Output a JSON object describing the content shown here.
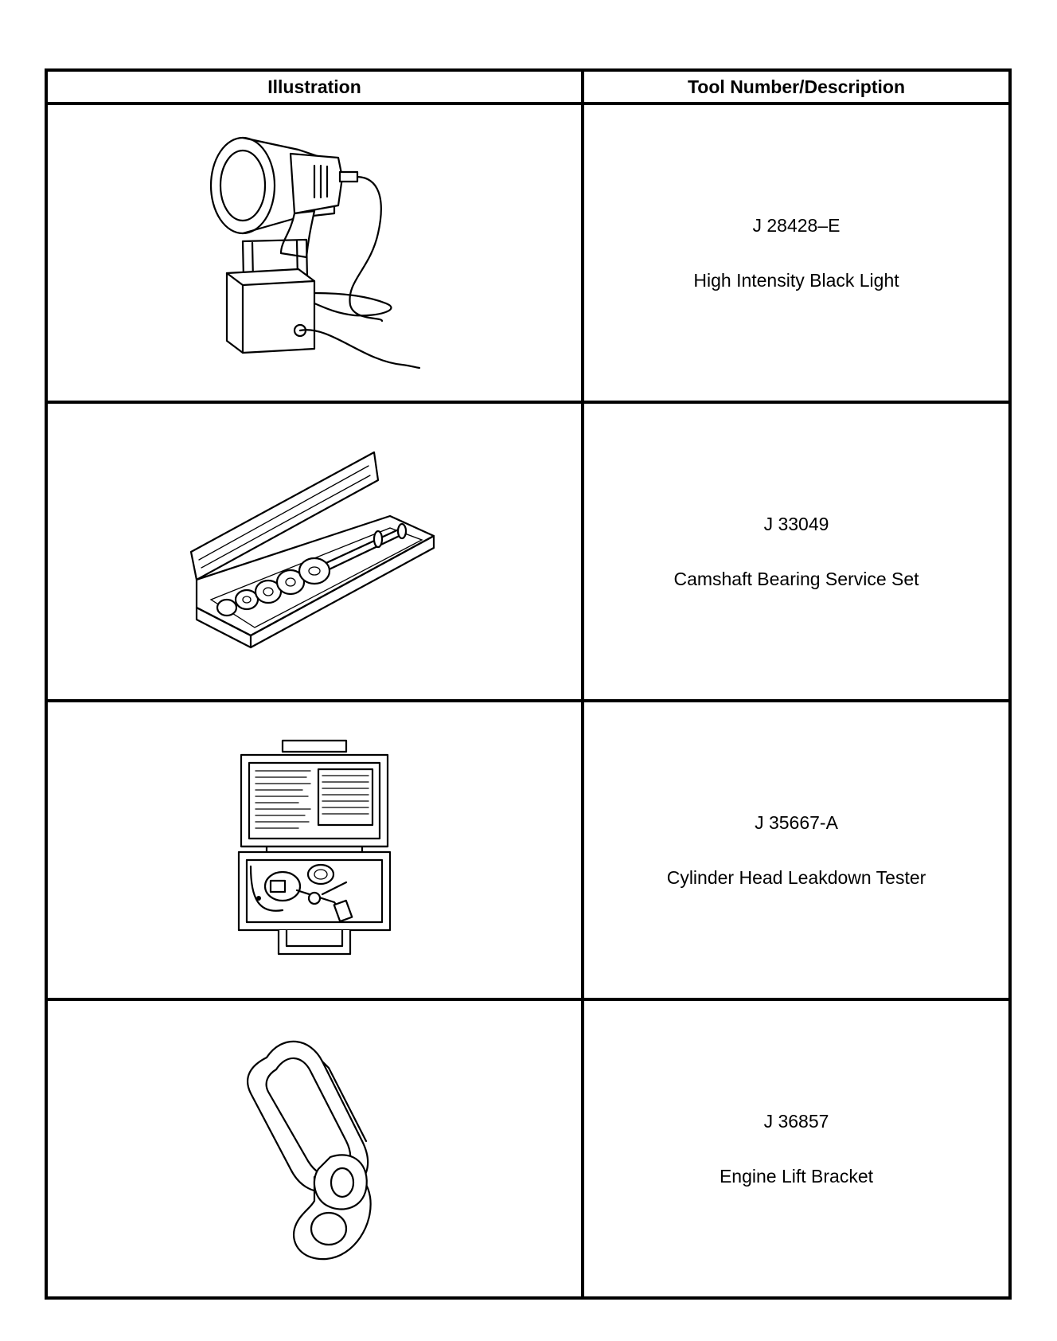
{
  "table": {
    "headers": {
      "illustration": "Illustration",
      "tool": "Tool Number/Description"
    },
    "rows": [
      {
        "tool_number": "J 28428–E",
        "description": "High Intensity Black Light",
        "icon": "black-light-illustration"
      },
      {
        "tool_number": "J 33049",
        "description": "Camshaft Bearing Service Set",
        "icon": "bearing-set-illustration"
      },
      {
        "tool_number": "J 35667-A",
        "description": "Cylinder Head Leakdown Tester",
        "icon": "leakdown-tester-illustration"
      },
      {
        "tool_number": "J 36857",
        "description": "Engine Lift Bracket",
        "icon": "lift-bracket-illustration"
      }
    ]
  }
}
